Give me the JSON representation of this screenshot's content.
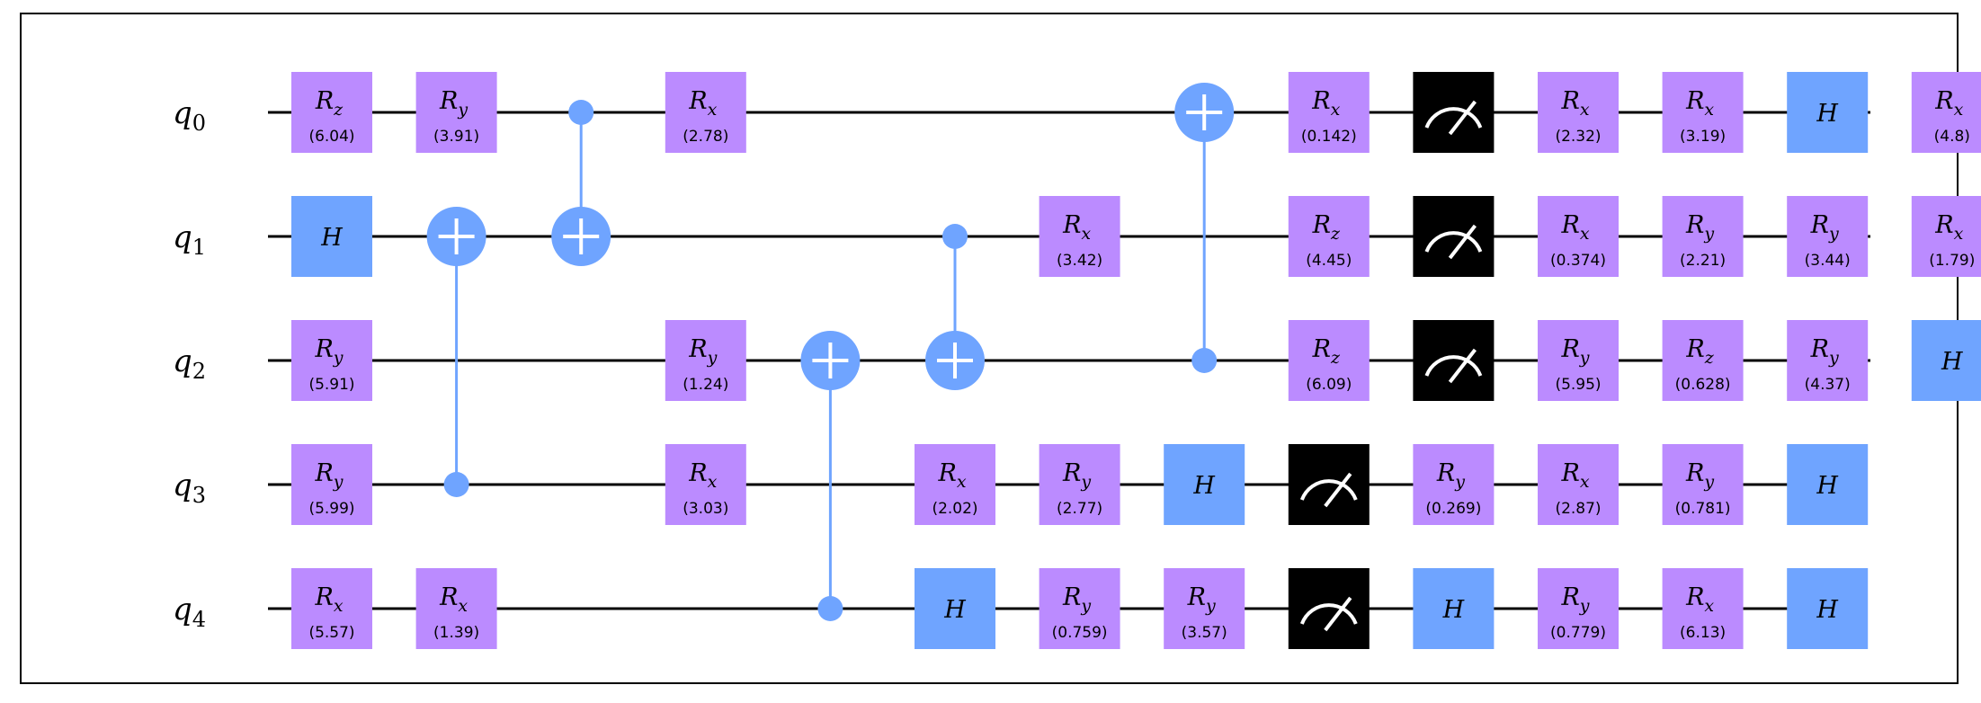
{
  "qubits": [
    {
      "base": "q",
      "index": "0"
    },
    {
      "base": "q",
      "index": "1"
    },
    {
      "base": "q",
      "index": "2"
    },
    {
      "base": "q",
      "index": "3"
    },
    {
      "base": "q",
      "index": "4"
    }
  ],
  "colors": {
    "rotation": "#bb8bff",
    "hadamard": "#6fa4ff",
    "cnot": "#6fa4ff",
    "measure": "#000000",
    "wire": "#000000"
  },
  "gates": [
    {
      "col": 0,
      "q": 0,
      "type": "rot",
      "axis": "z",
      "param": "(6.04)"
    },
    {
      "col": 0,
      "q": 1,
      "type": "h",
      "label": "H"
    },
    {
      "col": 0,
      "q": 2,
      "type": "rot",
      "axis": "y",
      "param": "(5.91)"
    },
    {
      "col": 0,
      "q": 3,
      "type": "rot",
      "axis": "y",
      "param": "(5.99)"
    },
    {
      "col": 0,
      "q": 4,
      "type": "rot",
      "axis": "x",
      "param": "(5.57)"
    },
    {
      "col": 1,
      "q": 0,
      "type": "rot",
      "axis": "y",
      "param": "(3.91)"
    },
    {
      "col": 1,
      "q": 4,
      "type": "rot",
      "axis": "x",
      "param": "(1.39)"
    },
    {
      "col": 1,
      "type": "cx",
      "ctrl": 3,
      "tgt": 1
    },
    {
      "col": 2,
      "type": "cx",
      "ctrl": 0,
      "tgt": 1
    },
    {
      "col": 3,
      "q": 0,
      "type": "rot",
      "axis": "x",
      "param": "(2.78)"
    },
    {
      "col": 3,
      "q": 2,
      "type": "rot",
      "axis": "y",
      "param": "(1.24)"
    },
    {
      "col": 3,
      "q": 3,
      "type": "rot",
      "axis": "x",
      "param": "(3.03)"
    },
    {
      "col": 4,
      "type": "cx",
      "ctrl": 4,
      "tgt": 2
    },
    {
      "col": 5,
      "type": "cx",
      "ctrl": 1,
      "tgt": 2
    },
    {
      "col": 5,
      "q": 3,
      "type": "rot",
      "axis": "x",
      "param": "(2.02)"
    },
    {
      "col": 5,
      "q": 4,
      "type": "h",
      "label": "H"
    },
    {
      "col": 6,
      "q": 1,
      "type": "rot",
      "axis": "x",
      "param": "(3.42)"
    },
    {
      "col": 6,
      "q": 3,
      "type": "rot",
      "axis": "y",
      "param": "(2.77)"
    },
    {
      "col": 6,
      "q": 4,
      "type": "rot",
      "axis": "y",
      "param": "(0.759)"
    },
    {
      "col": 7,
      "type": "cx",
      "ctrl": 2,
      "tgt": 0
    },
    {
      "col": 7,
      "q": 3,
      "type": "h",
      "label": "H"
    },
    {
      "col": 7,
      "q": 4,
      "type": "rot",
      "axis": "y",
      "param": "(3.57)"
    },
    {
      "col": 8,
      "q": 0,
      "type": "rot",
      "axis": "x",
      "param": "(0.142)"
    },
    {
      "col": 8,
      "q": 1,
      "type": "rot",
      "axis": "z",
      "param": "(4.45)"
    },
    {
      "col": 8,
      "q": 2,
      "type": "rot",
      "axis": "z",
      "param": "(6.09)"
    },
    {
      "col": 8,
      "q": 3,
      "type": "measure"
    },
    {
      "col": 8,
      "q": 4,
      "type": "measure"
    },
    {
      "col": 9,
      "q": 0,
      "type": "measure"
    },
    {
      "col": 9,
      "q": 1,
      "type": "measure"
    },
    {
      "col": 9,
      "q": 2,
      "type": "measure"
    },
    {
      "col": 9,
      "q": 3,
      "type": "rot",
      "axis": "y",
      "param": "(0.269)"
    },
    {
      "col": 9,
      "q": 4,
      "type": "h",
      "label": "H"
    },
    {
      "col": 10,
      "q": 0,
      "type": "rot",
      "axis": "x",
      "param": "(2.32)"
    },
    {
      "col": 10,
      "q": 1,
      "type": "rot",
      "axis": "x",
      "param": "(0.374)"
    },
    {
      "col": 10,
      "q": 2,
      "type": "rot",
      "axis": "y",
      "param": "(5.95)"
    },
    {
      "col": 10,
      "q": 3,
      "type": "rot",
      "axis": "x",
      "param": "(2.87)"
    },
    {
      "col": 10,
      "q": 4,
      "type": "rot",
      "axis": "y",
      "param": "(0.779)"
    },
    {
      "col": 11,
      "q": 0,
      "type": "rot",
      "axis": "x",
      "param": "(3.19)"
    },
    {
      "col": 11,
      "q": 1,
      "type": "rot",
      "axis": "y",
      "param": "(2.21)"
    },
    {
      "col": 11,
      "q": 2,
      "type": "rot",
      "axis": "z",
      "param": "(0.628)"
    },
    {
      "col": 11,
      "q": 3,
      "type": "rot",
      "axis": "y",
      "param": "(0.781)"
    },
    {
      "col": 11,
      "q": 4,
      "type": "rot",
      "axis": "x",
      "param": "(6.13)"
    },
    {
      "col": 12,
      "q": 0,
      "type": "h",
      "label": "H"
    },
    {
      "col": 12,
      "q": 1,
      "type": "rot",
      "axis": "y",
      "param": "(3.44)"
    },
    {
      "col": 12,
      "q": 2,
      "type": "rot",
      "axis": "y",
      "param": "(4.37)"
    },
    {
      "col": 12,
      "q": 3,
      "type": "h",
      "label": "H"
    },
    {
      "col": 12,
      "q": 4,
      "type": "h",
      "label": "H"
    },
    {
      "col": 13,
      "q": 0,
      "type": "rot",
      "axis": "x",
      "param": "(4.8)"
    },
    {
      "col": 13,
      "q": 1,
      "type": "rot",
      "axis": "x",
      "param": "(1.79)"
    },
    {
      "col": 13,
      "q": 2,
      "type": "h",
      "label": "H"
    }
  ]
}
